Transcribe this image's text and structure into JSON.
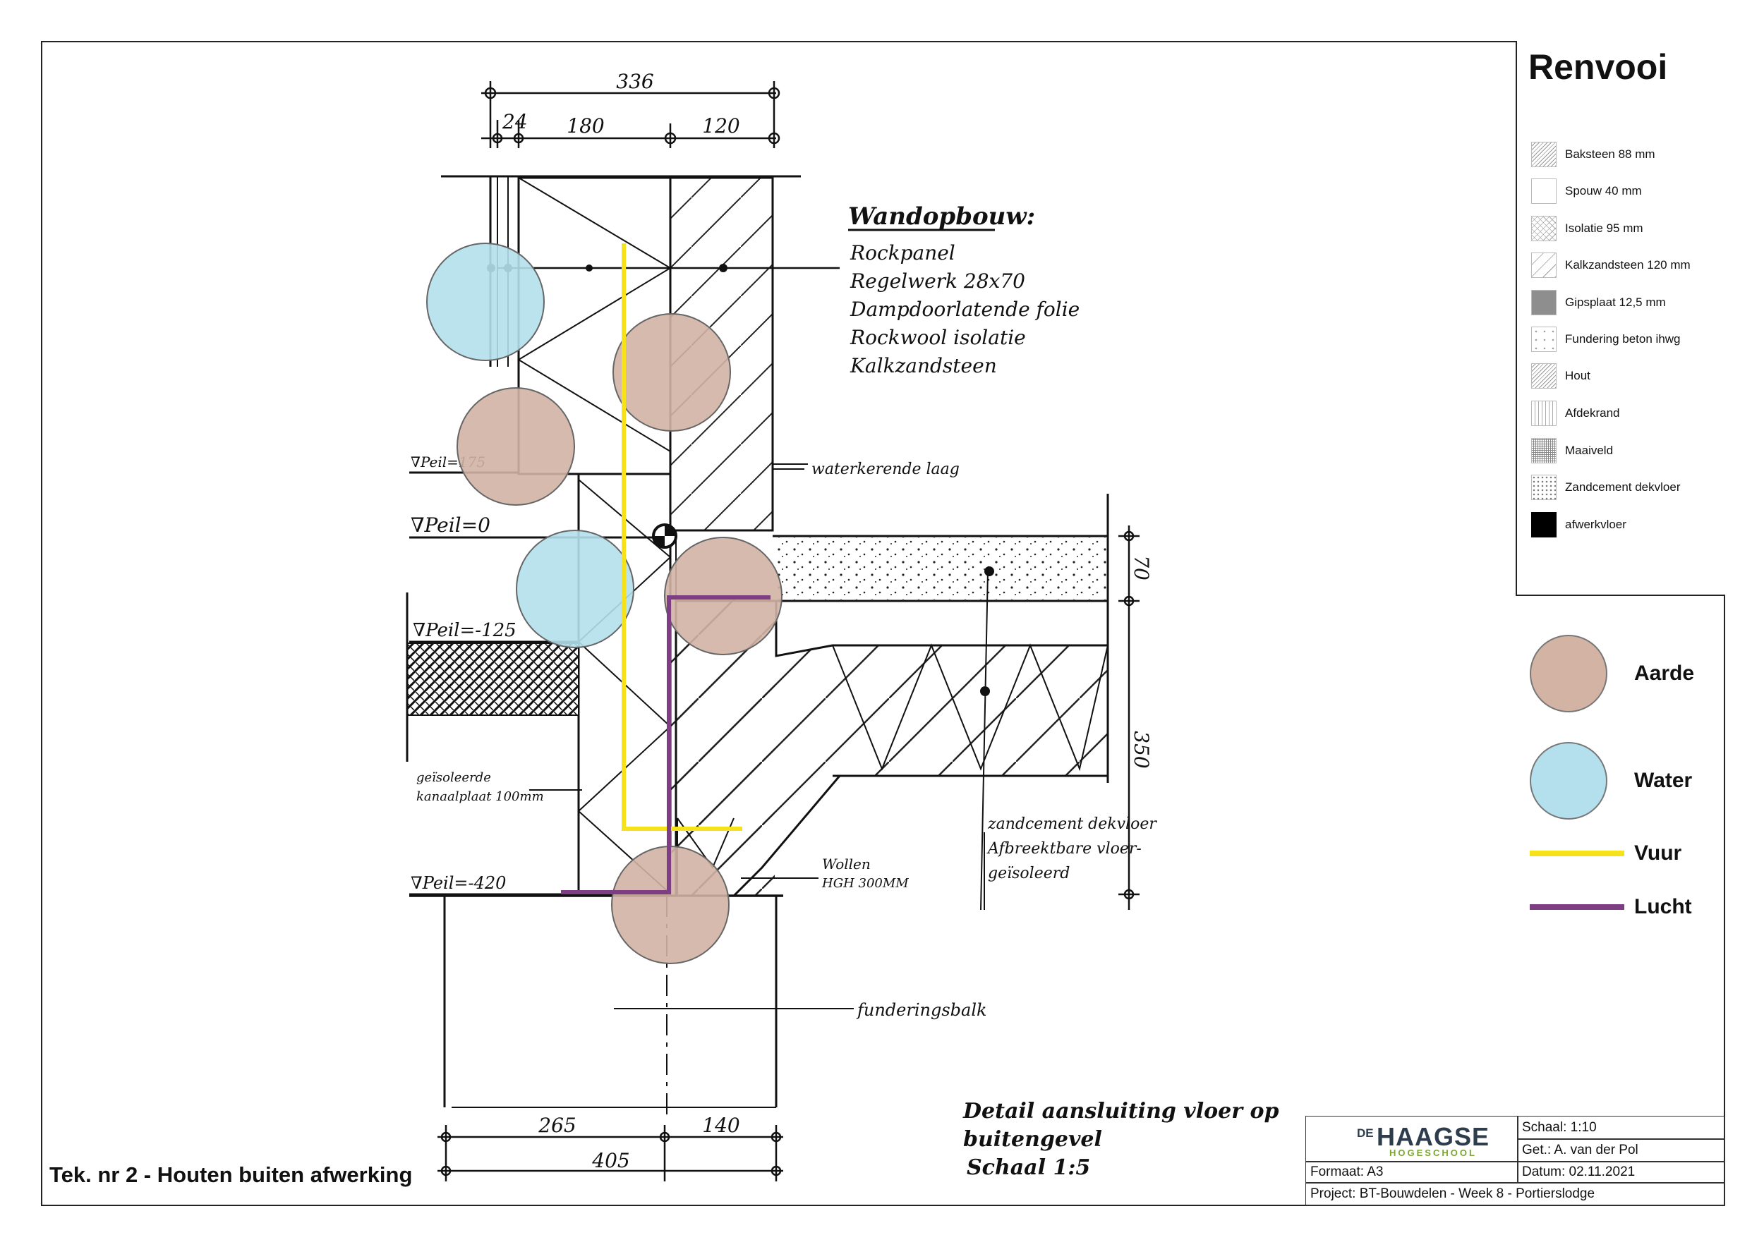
{
  "drawing": {
    "dimensions": {
      "top_total": "336",
      "top_a": "24",
      "top_b": "180",
      "top_c": "120",
      "right_floor": "70",
      "right_beam": "350",
      "bottom_a": "265",
      "bottom_b": "140",
      "bottom_total": "405"
    },
    "levels": {
      "p175": "∇Peil=175",
      "p0": "∇Peil=0",
      "p125": "∇Peil=-125",
      "p420": "∇Peil=-420"
    },
    "wall_build": {
      "title": "Wandopbouw:",
      "lines": [
        "Rockpanel",
        "Regelwerk 28x70",
        "Dampdoorlatende folie",
        "Rockwool isolatie",
        "Kalkzandsteen"
      ]
    },
    "annotations": {
      "waterkering": "waterkerende laag",
      "zandcement_1": "zandcement dekvloer",
      "zandcement_2": "Afbreektbare vloer-",
      "zandcement_3": "geïsoleerd",
      "geisoleerd_1": "geïsoleerde",
      "geisoleerd_2": "kanaalplaat 100mm",
      "wollen_1": "Wollen",
      "wollen_2": "HGH 300MM",
      "fundering": "funderingsbalk",
      "detail_1": "Detail aansluiting vloer op",
      "detail_2": "buitengevel",
      "detail_3": "Schaal 1:5"
    }
  },
  "renvooi": {
    "title": "Renvooi",
    "items": [
      {
        "label": "Baksteen 88 mm",
        "pattern": "diag-dense"
      },
      {
        "label": "Spouw 40 mm",
        "pattern": "empty"
      },
      {
        "label": "Isolatie 95 mm",
        "pattern": "cross"
      },
      {
        "label": "Kalkzandsteen 120 mm",
        "pattern": "diag-sparse"
      },
      {
        "label": "Gipsplaat 12,5 mm",
        "pattern": "solid-grey"
      },
      {
        "label": "Fundering beton ihwg",
        "pattern": "dots-sparse"
      },
      {
        "label": "Hout",
        "pattern": "diag-dense"
      },
      {
        "label": "Afdekrand",
        "pattern": "vertical"
      },
      {
        "label": "Maaiveld",
        "pattern": "grid"
      },
      {
        "label": "Zandcement dekvloer",
        "pattern": "dots"
      },
      {
        "label": "afwerkvloer",
        "pattern": "solid-black"
      }
    ]
  },
  "elements_legend": [
    {
      "label": "Aarde",
      "kind": "circle",
      "color": "#d2b3a4"
    },
    {
      "label": "Water",
      "kind": "circle",
      "color": "#b3e0ec"
    },
    {
      "label": "Vuur",
      "kind": "line",
      "color": "#f6e21a"
    },
    {
      "label": "Lucht",
      "kind": "line",
      "color": "#7d3e84"
    }
  ],
  "colors": {
    "aarde": "#d2b3a4",
    "water": "#b3e0ec",
    "vuur": "#f6e21a",
    "lucht": "#7d3e84"
  },
  "drawing_title": "Tek. nr 2 - Houten buiten afwerking",
  "titleblock": {
    "logo_de": "DE",
    "logo_main": "HAAGSE",
    "logo_sub": "HOGESCHOOL",
    "schaal": "Schaal: 1:10",
    "getekend": "Get.: A. van der Pol",
    "formaat": "Formaat: A3",
    "datum": "Datum: 02.11.2021",
    "project": "Project: BT-Bouwdelen - Week 8 - Portierslodge"
  }
}
